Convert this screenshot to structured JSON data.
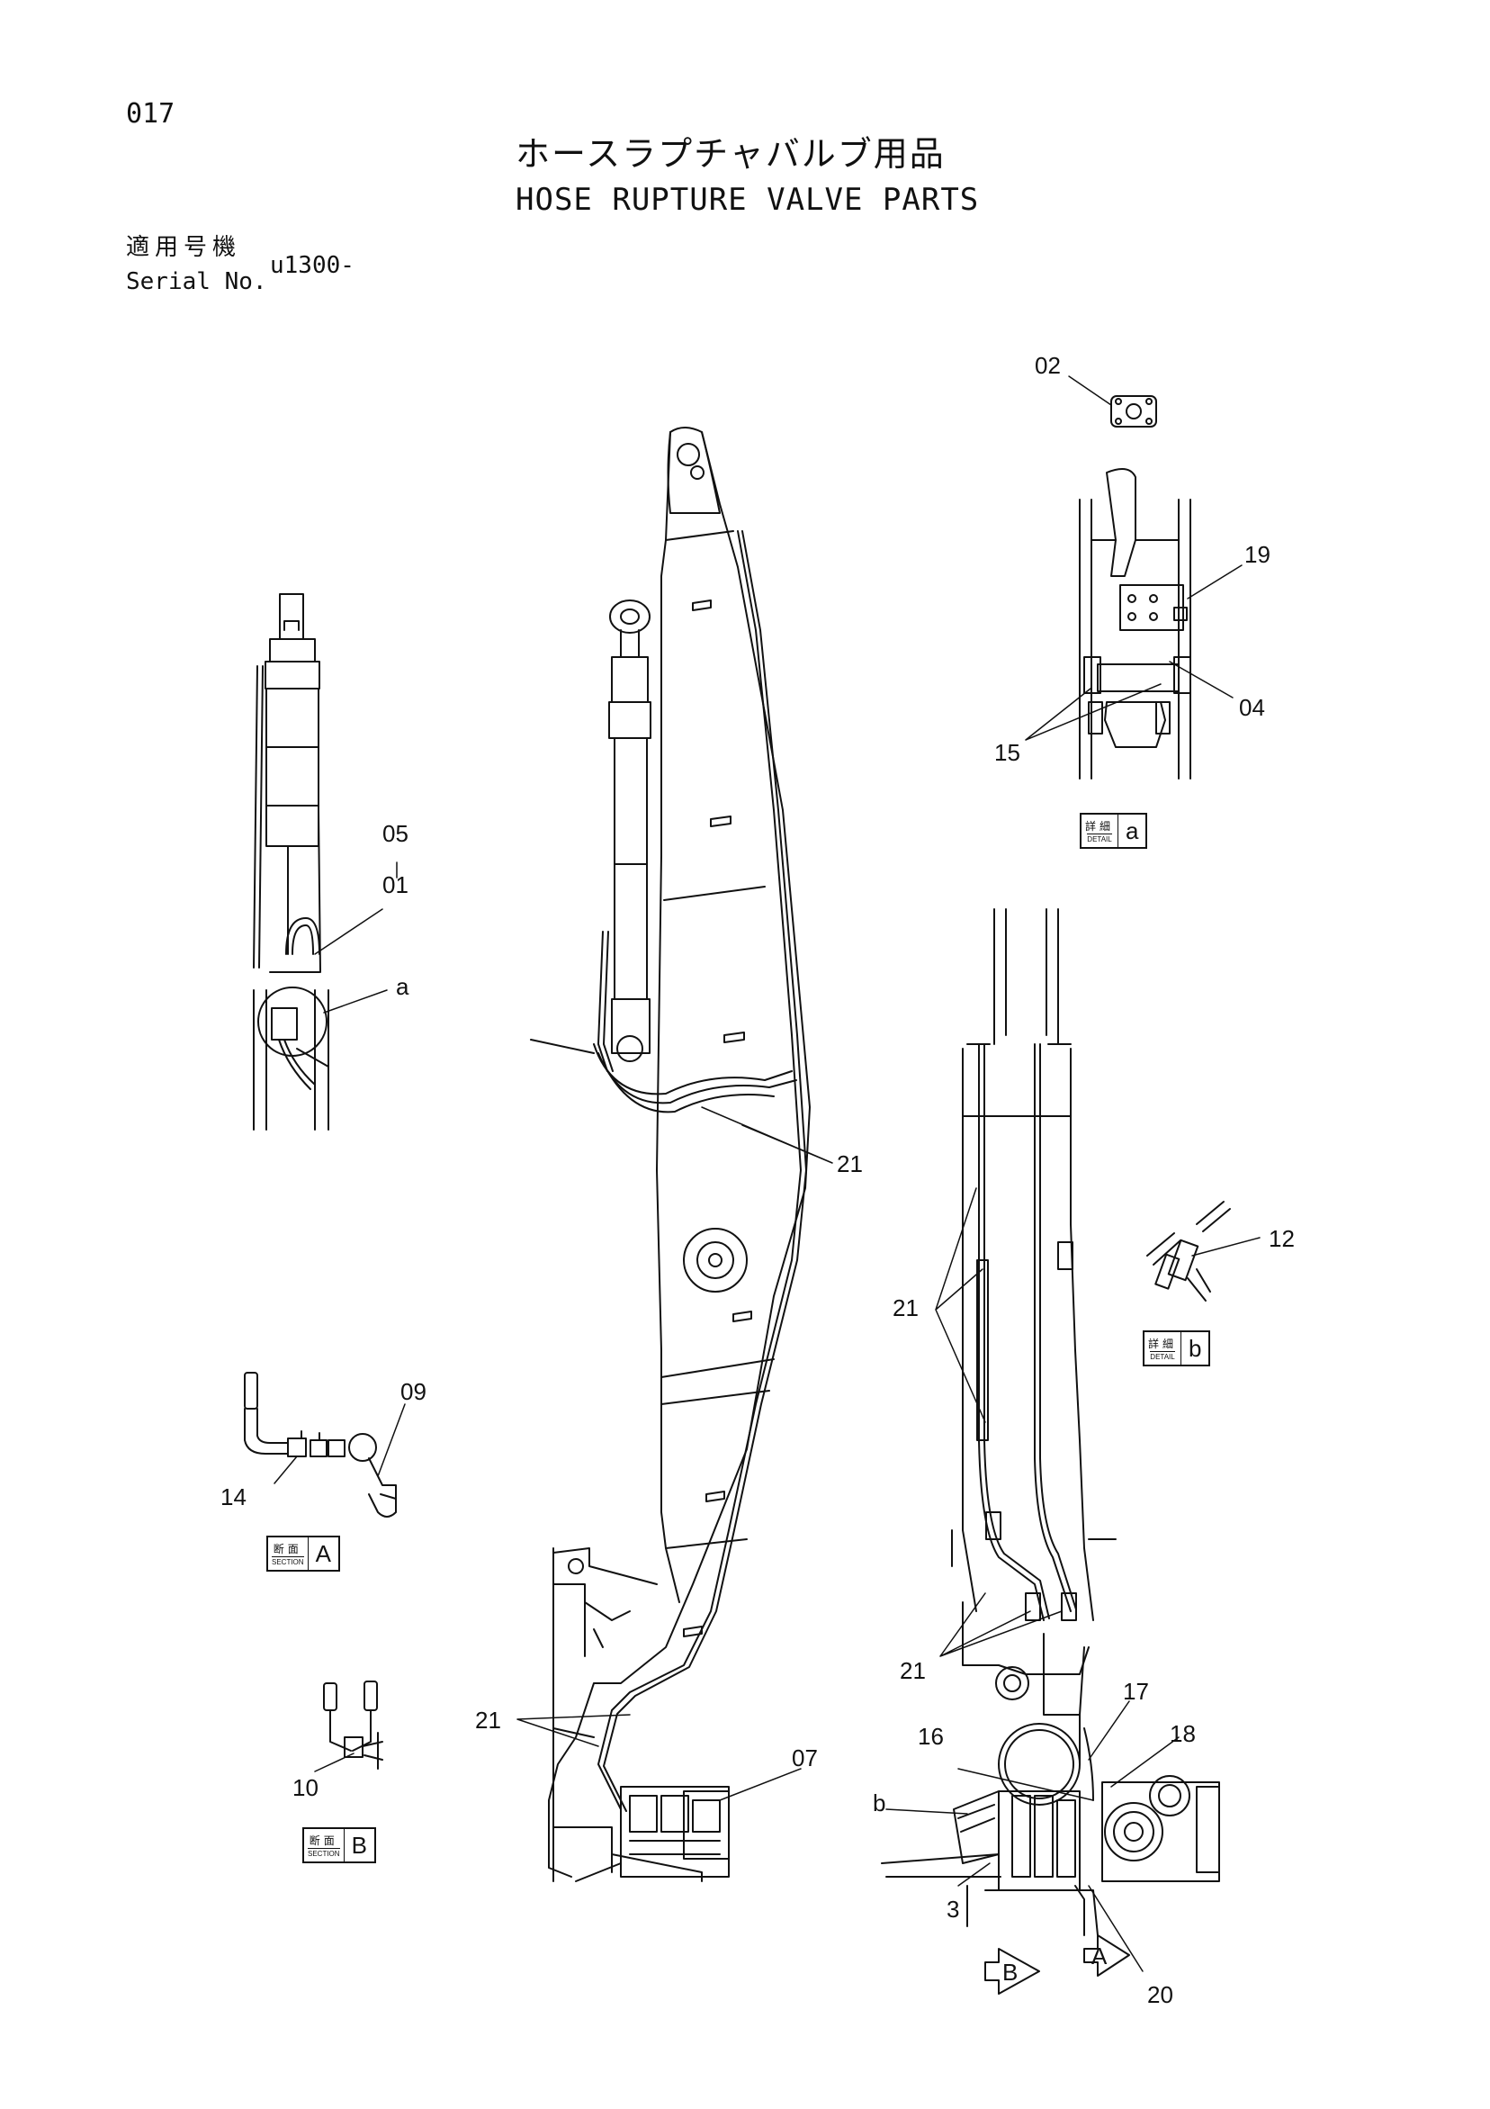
{
  "header": {
    "page_number": "017",
    "title_ja": "ホースラプチャバルブ用品",
    "title_en": "HOSE RUPTURE VALVE PARTS",
    "serial_label_ja": "適用号機",
    "serial_label_en": "Serial No.",
    "serial_value": "u1300-"
  },
  "callouts": {
    "c02": "02",
    "c19": "19",
    "c04": "04",
    "c15": "15",
    "c05": "05",
    "c01": "01",
    "ca": "a",
    "c21_top": "21",
    "c21_left": "21",
    "c21_mid": "21",
    "c21_bottom": "21",
    "c12": "12",
    "c09": "09",
    "c14": "14",
    "c10": "10",
    "c07": "07",
    "c16": "16",
    "c17": "17",
    "c18": "18",
    "cb": "b",
    "c3": "3",
    "c20": "20",
    "arrow_b": "B",
    "arrow_a": "A"
  },
  "labels": {
    "detail_a": {
      "ja": "詳細",
      "en": "DETAIL",
      "letter": "a"
    },
    "detail_b": {
      "ja": "詳細",
      "en": "DETAIL",
      "letter": "b"
    },
    "section_a": {
      "ja": "断面",
      "en": "SECTION",
      "letter": "A"
    },
    "section_b": {
      "ja": "断面",
      "en": "SECTION",
      "letter": "B"
    }
  }
}
